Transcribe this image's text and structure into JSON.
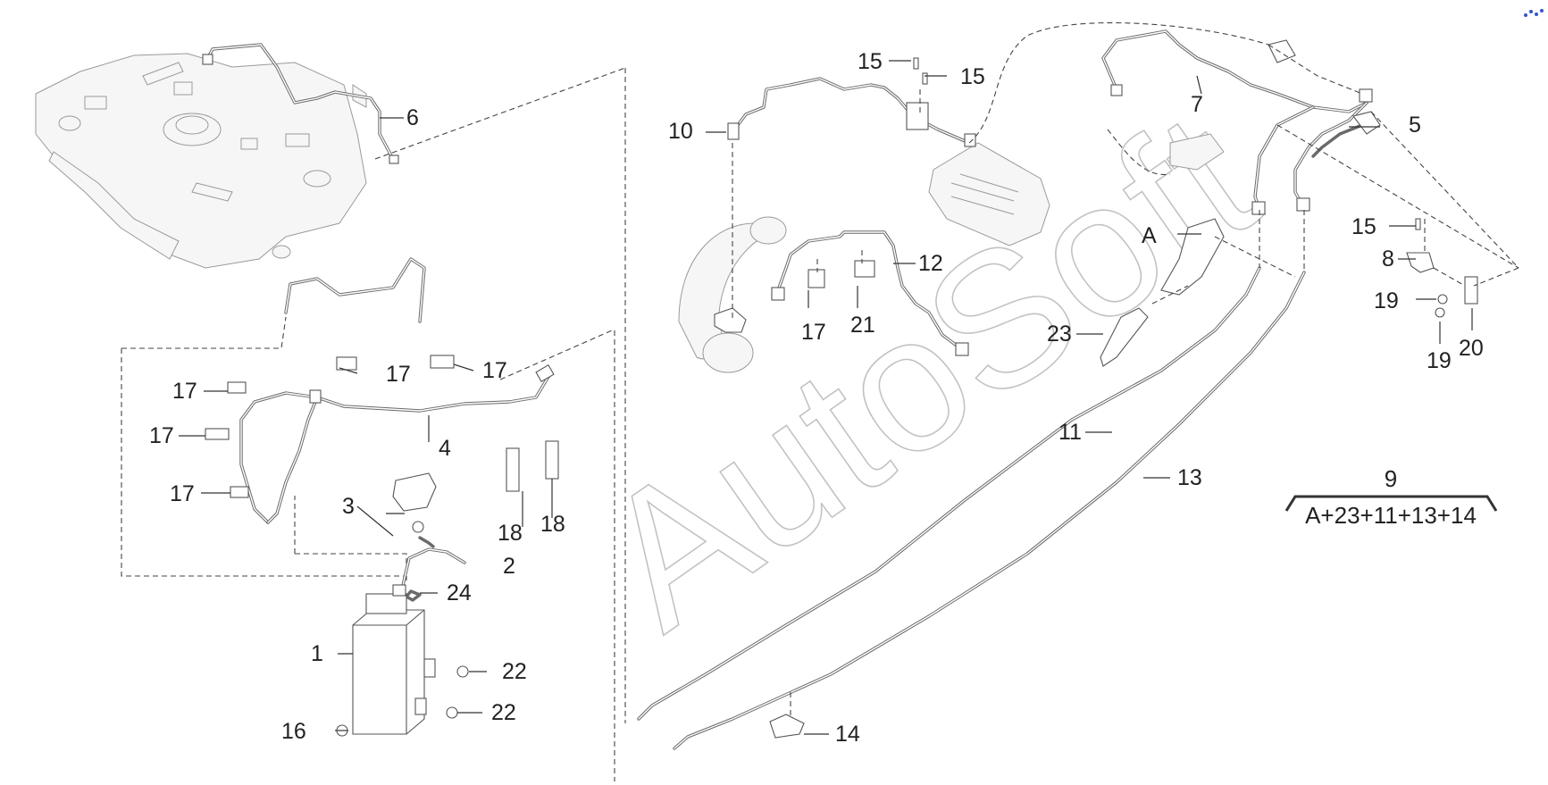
{
  "diagram": {
    "watermark": "AutoSoft",
    "callouts": {
      "c1": "1",
      "c2": "2",
      "c3": "3",
      "c4": "4",
      "c5": "5",
      "c6": "6",
      "c7": "7",
      "c8": "8",
      "c10": "10",
      "c11": "11",
      "c12": "12",
      "c13": "13",
      "c14": "14",
      "c15a": "15",
      "c15b": "15",
      "c15c": "15",
      "c16": "16",
      "c17a": "17",
      "c17b": "17",
      "c17c": "17",
      "c17d": "17",
      "c17e": "17",
      "c17f": "17",
      "c18a": "18",
      "c18b": "18",
      "c19a": "19",
      "c19b": "19",
      "c20": "20",
      "c21": "21",
      "c22a": "22",
      "c22b": "22",
      "c23": "23",
      "c24": "24",
      "cA": "A"
    },
    "kit": {
      "number": "9",
      "contents": "A+23+11+13+14"
    }
  }
}
